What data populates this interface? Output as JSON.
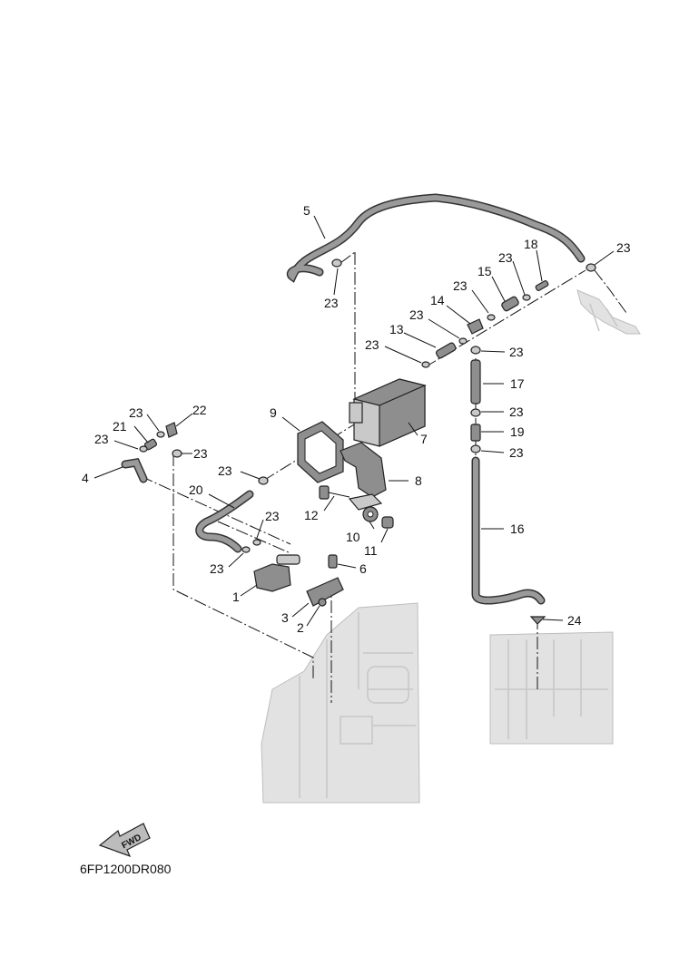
{
  "diagram": {
    "code": "6FP1200DR080",
    "fwd_label": "FWD",
    "callouts": {
      "c1": "1",
      "c2": "2",
      "c3": "3",
      "c4": "4",
      "c5": "5",
      "c6": "6",
      "c7": "7",
      "c8": "8",
      "c9": "9",
      "c10": "10",
      "c11": "11",
      "c12": "12",
      "c13": "13",
      "c14": "14",
      "c15": "15",
      "c16": "16",
      "c17": "17",
      "c18": "18",
      "c19": "19",
      "c20": "20",
      "c21": "21",
      "c22": "22",
      "c23": "23",
      "c24": "24"
    }
  }
}
